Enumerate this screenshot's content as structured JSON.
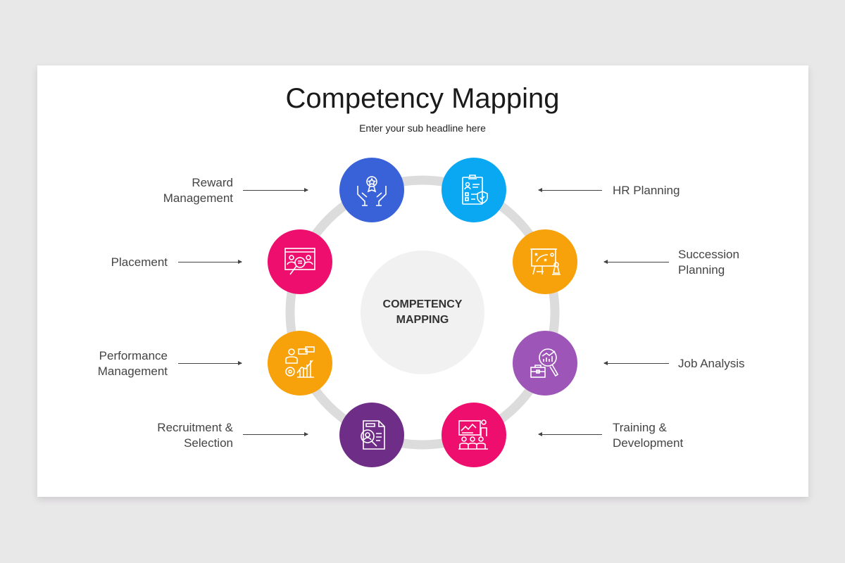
{
  "title": "Competency Mapping",
  "subtitle": "Enter your sub headline here",
  "center_line1": "COMPETENCY",
  "center_line2": "MAPPING",
  "nodes": [
    {
      "label1": "Reward",
      "label2": "Management",
      "color": "#3a62d8",
      "icon": "award-hands-icon"
    },
    {
      "label1": "HR Planning",
      "color": "#0aa8f2",
      "icon": "clipboard-icon"
    },
    {
      "label1": "Succession",
      "label2": "Planning",
      "color": "#f7a10b",
      "icon": "strategy-board-icon"
    },
    {
      "label1": "Job Analysis",
      "color": "#9d56b8",
      "icon": "analysis-icon"
    },
    {
      "label1": "Training &",
      "label2": "Development",
      "color": "#ee0e6e",
      "icon": "training-icon"
    },
    {
      "label1": "Recruitment &",
      "label2": "Selection",
      "color": "#6e2d86",
      "icon": "resume-search-icon"
    },
    {
      "label1": "Performance",
      "label2": "Management",
      "color": "#f7a10b",
      "icon": "performance-icon"
    },
    {
      "label1": "Placement",
      "color": "#ee0e6e",
      "icon": "candidate-search-icon"
    }
  ]
}
